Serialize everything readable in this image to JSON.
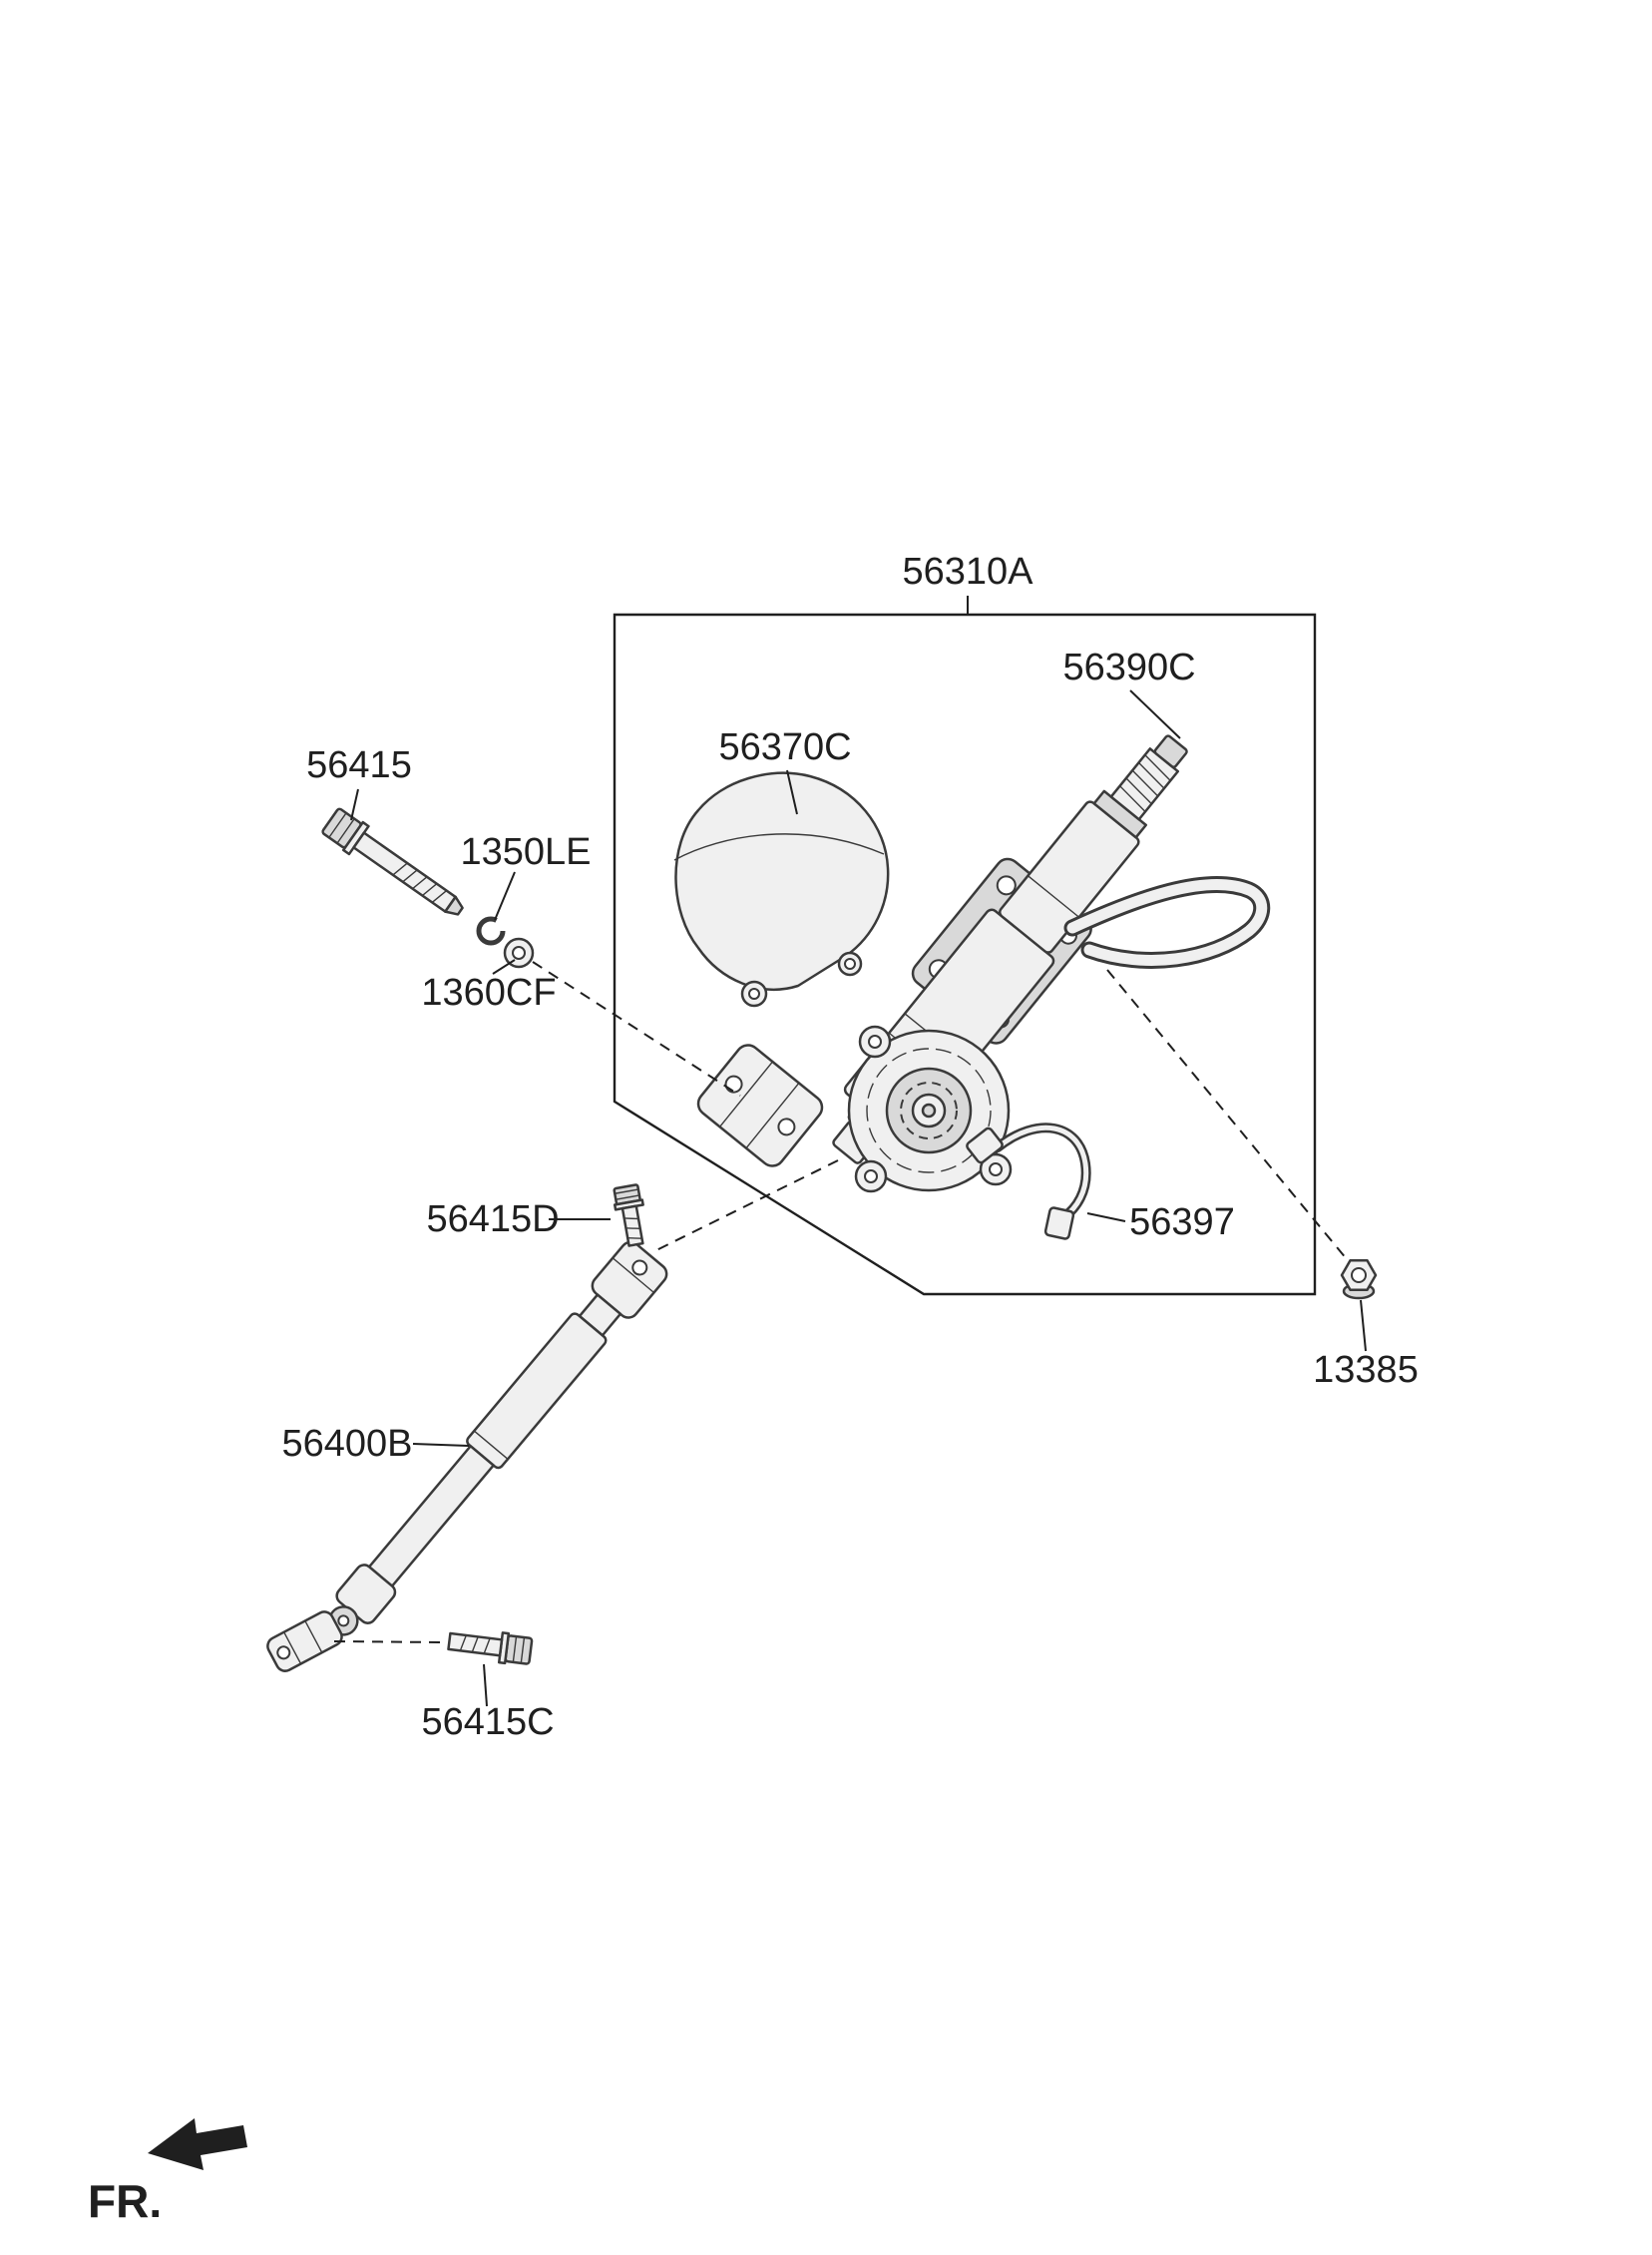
{
  "colors": {
    "ink": "#1f1f1f",
    "part_fill": "#f0f0f0",
    "part_fill_dark": "#d9d9d9",
    "part_stroke": "#3a3a3a"
  },
  "diagram": {
    "callouts": {
      "assembly_group": "56310A",
      "column_and_housing": "56390C",
      "motor_cover": "56370C",
      "bolt_upper": "56415",
      "washer_spring": "1350LE",
      "washer_plain": "1360CF",
      "bolt_yoke_upper": "56415D",
      "wire_harness": "56397",
      "nut": "13385",
      "intermediate_shaft": "56400B",
      "bolt_yoke_lower": "56415C"
    },
    "front_marker": "FR."
  }
}
